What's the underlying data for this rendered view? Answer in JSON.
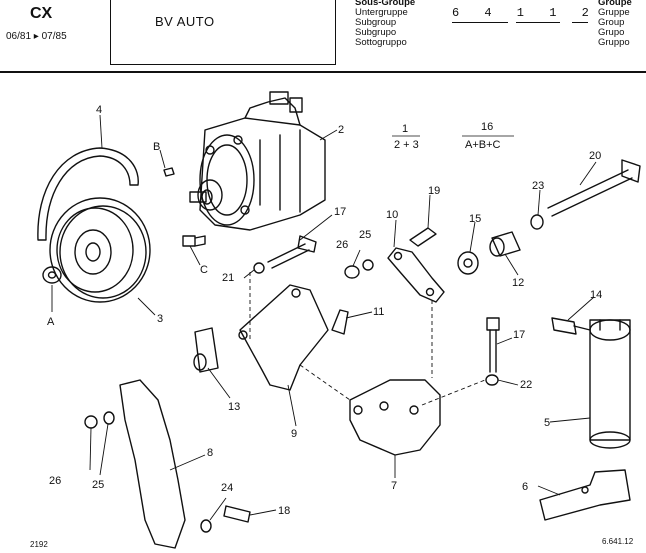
{
  "header": {
    "model": "CX",
    "years": "06/81 ▸ 07/85",
    "group_title": "BV AUTO",
    "subgroup_labels": [
      "Sous-Groupe",
      "Untergruppe",
      "Subgroup",
      "Subgrupo",
      "Sottogruppo"
    ],
    "group_labels": [
      "Groupe",
      "Gruppe",
      "Group",
      "Grupo",
      "Gruppo"
    ],
    "code": "6 4 1   1 2"
  },
  "groupings": {
    "a_num": "1",
    "a_expr": "2 + 3",
    "b_num": "16",
    "b_expr": "A+B+C"
  },
  "callouts": {
    "p1": "2",
    "p2": "4",
    "p3": "B",
    "p4": "3",
    "p5": "A",
    "p6": "C",
    "p7": "17",
    "p8": "26",
    "p9": "25",
    "p10": "21",
    "p11": "10",
    "p12": "19",
    "p13": "15",
    "p14": "12",
    "p15": "23",
    "p16": "20",
    "p17": "11",
    "p18": "13",
    "p19": "9",
    "p20": "14",
    "p21": "17",
    "p22": "22",
    "p23": "5",
    "p24": "7",
    "p25": "8",
    "p26": "26",
    "p27": "25",
    "p28": "24",
    "p29": "18",
    "p30": "6"
  },
  "footer": {
    "left": "2192",
    "right": "6.641.12"
  }
}
